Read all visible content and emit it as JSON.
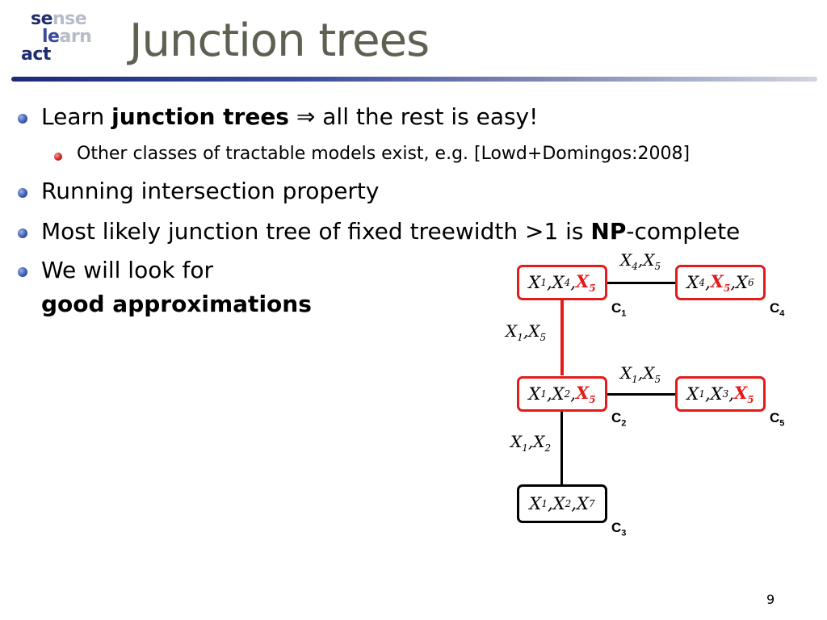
{
  "logo": {
    "se": "se",
    "nse": "nse",
    "le": "le",
    "arn": "arn",
    "act": "act"
  },
  "title": "Junction trees",
  "bullets": {
    "b1": {
      "pre": "Learn ",
      "bold": "junction trees",
      "arrow": " ⇒",
      "post": " all the rest is easy!"
    },
    "b1_sub": "Other classes of tractable models exist, e.g. [Lowd+Domingos:2008]",
    "b2": "Running intersection property",
    "b3": {
      "pre": "Most likely junction tree of fixed treewidth >1 is ",
      "bold": "NP",
      "post": "-complete"
    },
    "b4": {
      "line1": "We will look for",
      "line2": "good approximations"
    }
  },
  "diagram": {
    "c1": {
      "a": "X",
      "a_sub": "1",
      "b": "X",
      "b_sub": "4",
      "c": "X",
      "c_sub": "5"
    },
    "c4": {
      "a": "X",
      "a_sub": "4",
      "b": "X",
      "b_sub": "5",
      "c": "X",
      "c_sub": "6"
    },
    "c2": {
      "a": "X",
      "a_sub": "1",
      "b": "X",
      "b_sub": "2",
      "c": "X",
      "c_sub": "5"
    },
    "c5": {
      "a": "X",
      "a_sub": "1",
      "b": "X",
      "b_sub": "3",
      "c": "X",
      "c_sub": "5"
    },
    "c3": {
      "a": "X",
      "a_sub": "1",
      "b": "X",
      "b_sub": "2",
      "c": "X",
      "c_sub": "7"
    },
    "sep_c1_c4": {
      "a": "X",
      "a_sub": "4",
      "b": "X",
      "b_sub": "5"
    },
    "sep_c1_c2": {
      "a": "X",
      "a_sub": "1",
      "b": "X",
      "b_sub": "5"
    },
    "sep_c2_c5": {
      "a": "X",
      "a_sub": "1",
      "b": "X",
      "b_sub": "5"
    },
    "sep_c2_c3": {
      "a": "X",
      "a_sub": "1",
      "b": "X",
      "b_sub": "2"
    },
    "labels": {
      "c1": "C",
      "c1_sub": "1",
      "c4": "C",
      "c4_sub": "4",
      "c2": "C",
      "c2_sub": "2",
      "c5": "C",
      "c5_sub": "5",
      "c3": "C",
      "c3_sub": "3"
    },
    "colors": {
      "highlight": "#e31b1b",
      "normal": "#000000"
    }
  },
  "page_number": "9"
}
